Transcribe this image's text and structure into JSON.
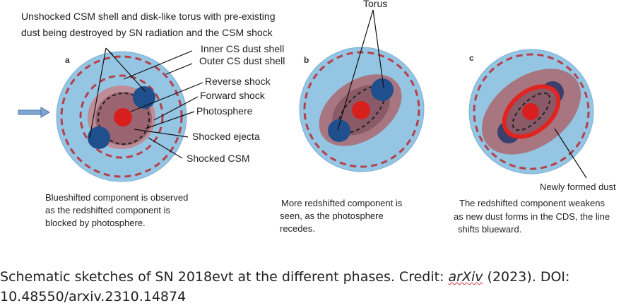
{
  "figure": {
    "header_note": [
      "Unshocked CSM shell and disk-like torus with pre-existing",
      "dust being destroyed by SN radiation and the CSM shock"
    ],
    "torus_label": "Torus",
    "panels": {
      "a": {
        "letter": "a",
        "caption": [
          "Blueshifted component is observed",
          "as the redshifted component is",
          "blocked by photosphere."
        ]
      },
      "b": {
        "letter": "b",
        "caption": [
          "More redshifted component is",
          "seen, as the photosphere",
          "recedes."
        ]
      },
      "c": {
        "letter": "c",
        "caption": [
          "The redshifted component weakens",
          "as new dust forms in the CDS, the line",
          "shifts blueward."
        ],
        "newly_formed_dust": "Newly formed dust"
      }
    },
    "labels": {
      "inner_cs_dust_shell": "Inner CS dust shell",
      "outer_cs_dust_shell": "Outer CS dust shell",
      "reverse_shock": "Reverse shock",
      "forward_shock": "Forward shock",
      "photosphere": "Photosphere",
      "shocked_ejecta": "Shocked ejecta",
      "shocked_csm": "Shocked CSM"
    },
    "colors": {
      "csm": "#94c5e3",
      "ejecta": "#b5808a",
      "core": "#8a5a68",
      "photosphere": "#d7201e",
      "torus": "#1f4f8c",
      "dust_shell": "#b5404a"
    }
  },
  "caption": {
    "text_before": "Schematic sketches of SN 2018evt at the different phases. Credit: ",
    "source": "arXiv",
    "text_after": " (2023). DOI:",
    "doi": "10.48550/arxiv.2310.14874"
  }
}
